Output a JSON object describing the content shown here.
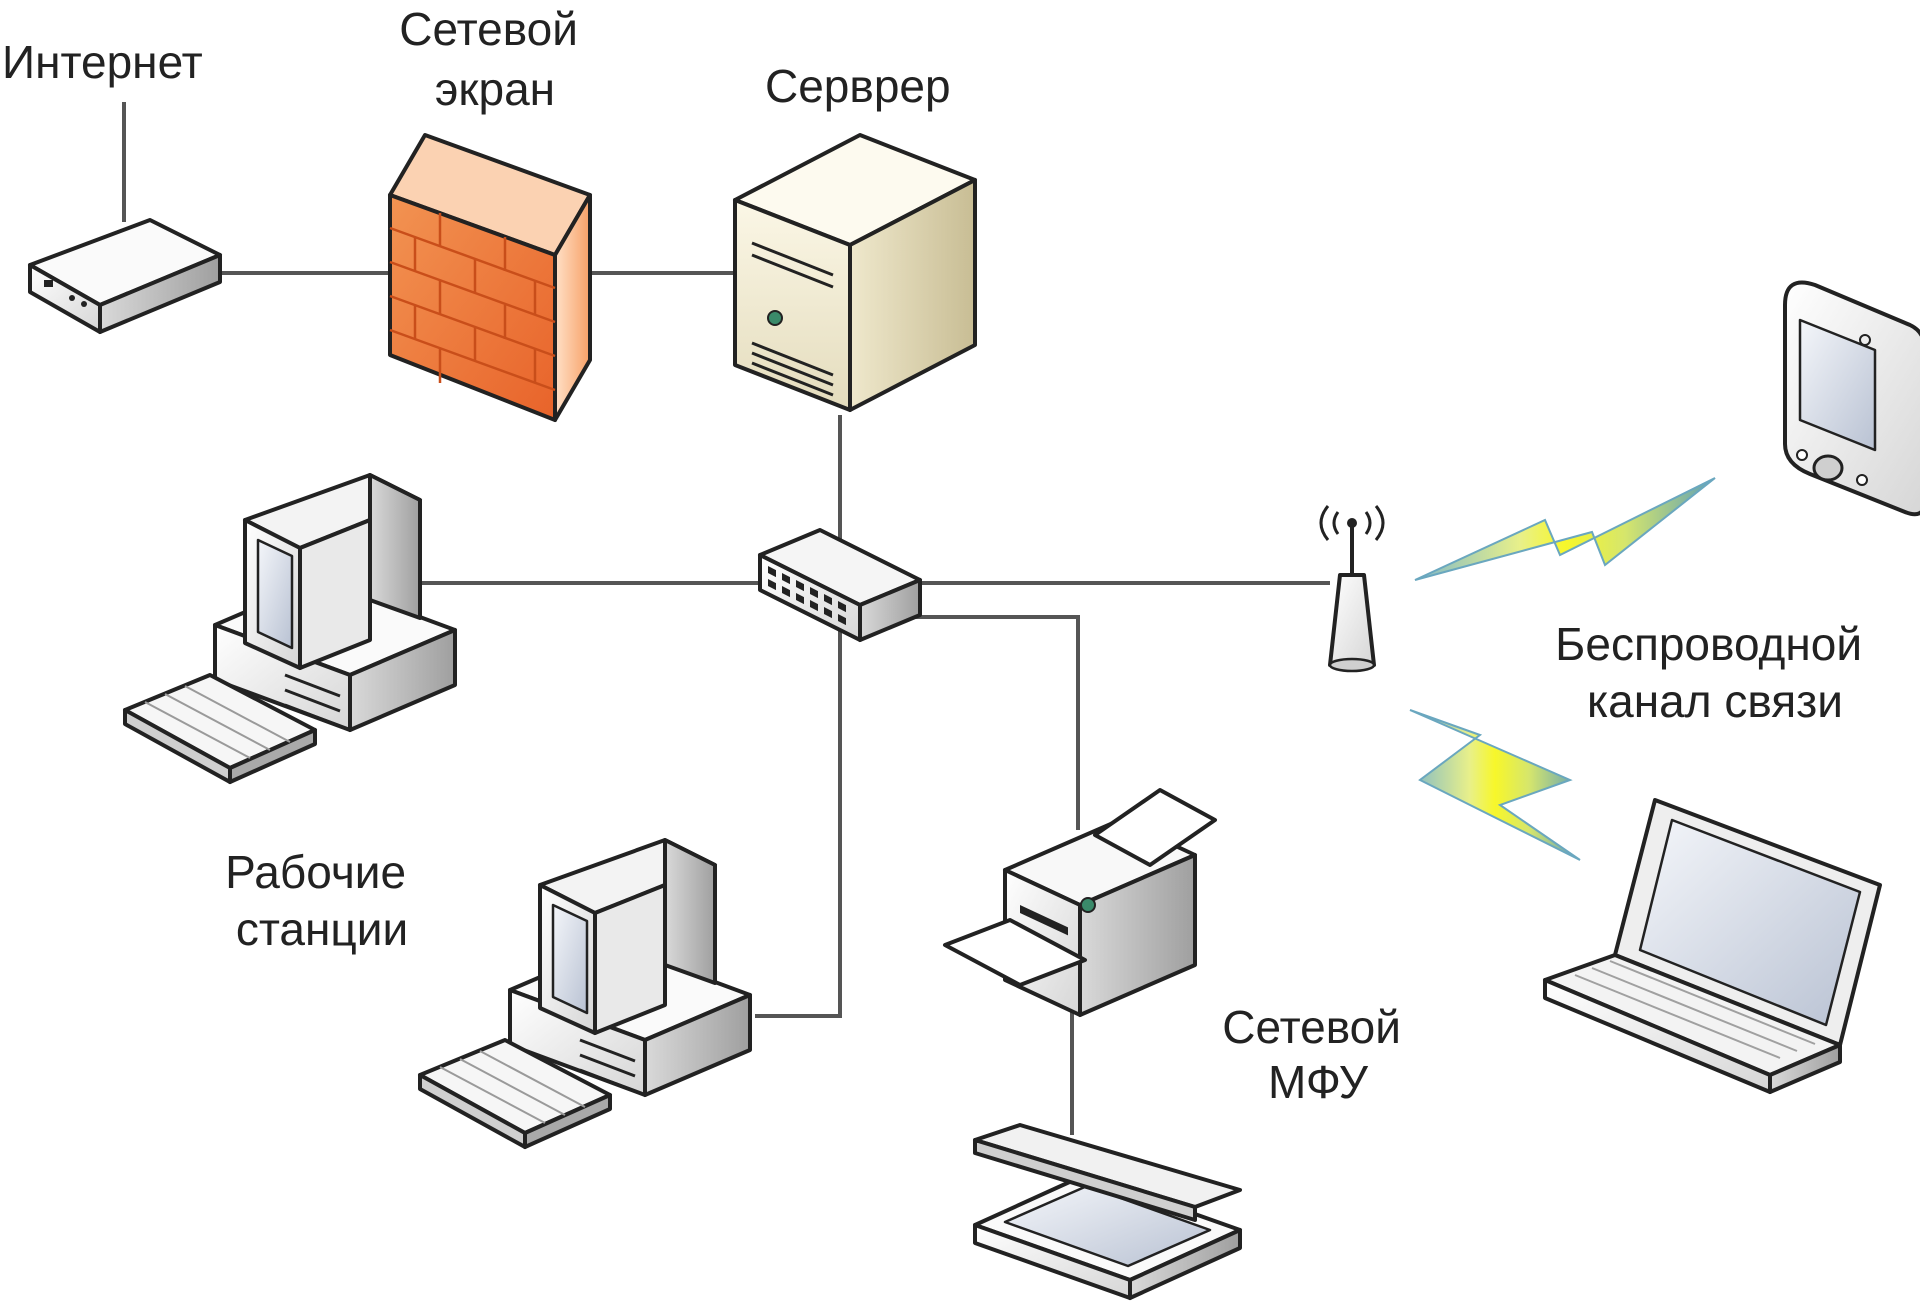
{
  "labels": {
    "internet": "Интернет",
    "firewall_line1": "Сетевой",
    "firewall_line2": "экран",
    "server": "Серврер",
    "wireless_line1": "Беспроводной",
    "wireless_line2": "канал связи",
    "workstations_line1": "Рабочие",
    "workstations_line2": "станции",
    "mfp_line1": "Сетевой",
    "mfp_line2": "МФУ"
  },
  "nodes": [
    {
      "id": "modem",
      "icon": "modem-icon"
    },
    {
      "id": "firewall",
      "icon": "brick-wall-icon"
    },
    {
      "id": "server",
      "icon": "server-tower-icon"
    },
    {
      "id": "switch",
      "icon": "network-switch-icon"
    },
    {
      "id": "workstation-1",
      "icon": "desktop-computer-icon"
    },
    {
      "id": "workstation-2",
      "icon": "desktop-computer-icon"
    },
    {
      "id": "access-point",
      "icon": "wireless-antenna-icon"
    },
    {
      "id": "pda",
      "icon": "pda-icon"
    },
    {
      "id": "laptop",
      "icon": "laptop-icon"
    },
    {
      "id": "printer",
      "icon": "printer-icon"
    },
    {
      "id": "scanner",
      "icon": "scanner-icon"
    }
  ],
  "edges": [
    {
      "from": "internet",
      "to": "modem"
    },
    {
      "from": "modem",
      "to": "firewall"
    },
    {
      "from": "firewall",
      "to": "server"
    },
    {
      "from": "server",
      "to": "switch"
    },
    {
      "from": "switch",
      "to": "workstation-1"
    },
    {
      "from": "switch",
      "to": "workstation-2"
    },
    {
      "from": "switch",
      "to": "access-point"
    },
    {
      "from": "switch",
      "to": "printer"
    },
    {
      "from": "printer",
      "to": "scanner"
    }
  ],
  "colors": {
    "firewall": "#F07A3A",
    "lightning": "#F2F22A",
    "line": "#555555",
    "device_body": "#F2F2F2"
  }
}
